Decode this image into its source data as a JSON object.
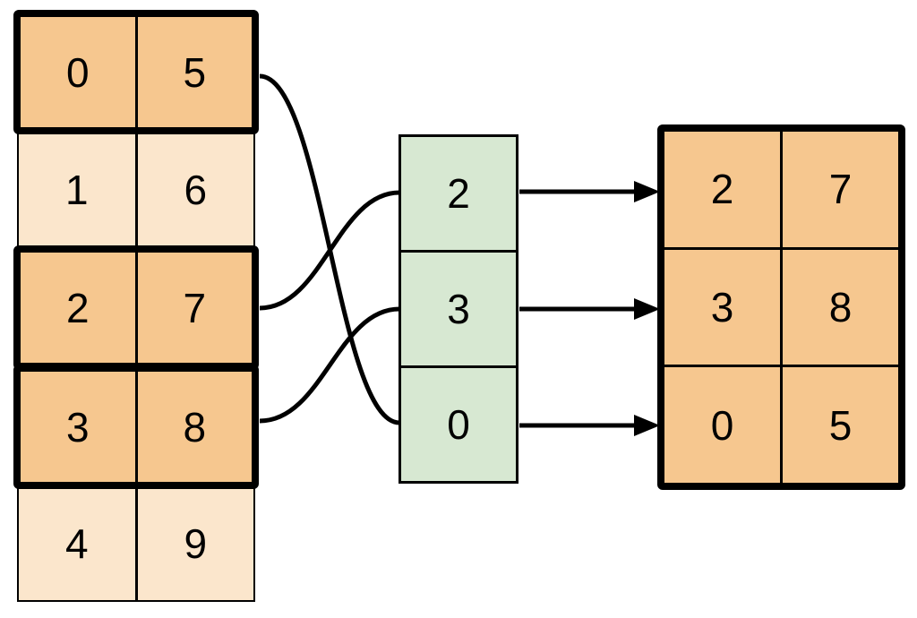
{
  "diagram_type": "row-gather / index-select illustration",
  "source_table": {
    "rows": [
      {
        "cells": [
          "0",
          "5"
        ],
        "highlighted": true
      },
      {
        "cells": [
          "1",
          "6"
        ],
        "highlighted": false
      },
      {
        "cells": [
          "2",
          "7"
        ],
        "highlighted": true
      },
      {
        "cells": [
          "3",
          "8"
        ],
        "highlighted": true
      },
      {
        "cells": [
          "4",
          "9"
        ],
        "highlighted": false
      }
    ]
  },
  "index_column": {
    "values": [
      "2",
      "3",
      "0"
    ]
  },
  "result_table": {
    "rows": [
      {
        "cells": [
          "2",
          "7"
        ]
      },
      {
        "cells": [
          "3",
          "8"
        ]
      },
      {
        "cells": [
          "0",
          "5"
        ]
      }
    ]
  },
  "connections": {
    "curves": [
      {
        "from": "source-row-0",
        "to": "index-value-0"
      },
      {
        "from": "source-row-2",
        "to": "index-value-2"
      },
      {
        "from": "source-row-3",
        "to": "index-value-3"
      }
    ],
    "arrows": [
      {
        "from": "index-value-2",
        "to": "result-row-0"
      },
      {
        "from": "index-value-3",
        "to": "result-row-1"
      },
      {
        "from": "index-value-0",
        "to": "result-row-2"
      }
    ]
  },
  "colors": {
    "highlight_fill": "#F6C78F",
    "plain_fill": "#FBE6CC",
    "index_fill": "#D7E8D2",
    "stroke": "#000000",
    "canvas_bg": "#FFFFFF"
  }
}
